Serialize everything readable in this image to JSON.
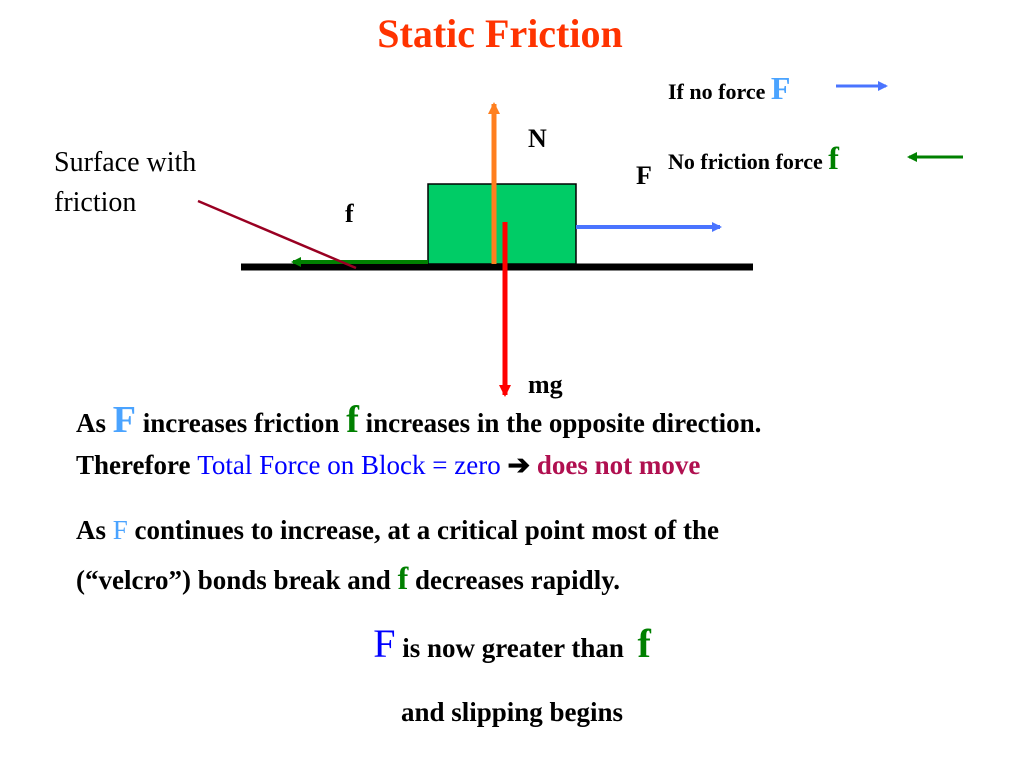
{
  "title": "Static Friction",
  "legend": {
    "no_force_text": "If no force",
    "no_force_symbol": "F",
    "no_friction_text": "No friction force",
    "no_friction_symbol": "f"
  },
  "diagram": {
    "surface_label_line1": "Surface with",
    "surface_label_line2": "friction",
    "normal_label": "N",
    "applied_label": "F",
    "friction_label": "f",
    "weight_label": "mg"
  },
  "text": {
    "p1_as": "As",
    "p1_F": "F",
    "p1_mid": "increases friction",
    "p1_f": "f",
    "p1_end": "increases in the opposite direction.",
    "p2_therefore": "Therefore",
    "p2_total": "Total Force on Block = zero",
    "p2_arrow": "➔",
    "p2_move": "does not move",
    "p3_as": "As",
    "p3_F": "F",
    "p3_rest": "continues to increase, at a critical point most of the",
    "p4_start": "(“velcro”) bonds break and",
    "p4_f": "f",
    "p4_end": "decreases rapidly.",
    "p5_F": "F",
    "p5_mid": "is now greater than",
    "p5_f": "f",
    "p6": "and slipping begins"
  },
  "colors": {
    "title": "#ff3300",
    "applied_force": "#4a74ff",
    "friction_force": "#008000",
    "normal_force": "#ff7f1e",
    "weight_force": "#ff0000",
    "block": "#00cc66",
    "pointer_line": "#990022"
  }
}
